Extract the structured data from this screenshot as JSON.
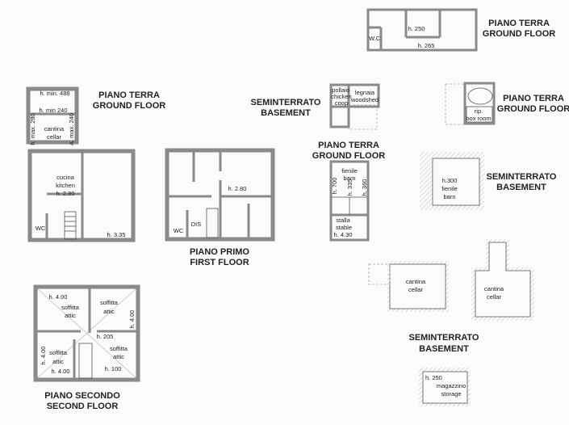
{
  "plans": {
    "ground_main": {
      "title": [
        "PIANO TERRA",
        "GROUND FLOOR"
      ],
      "labels": [
        "h. min. 488",
        "h. min 240",
        "cantina",
        "cellar",
        "h. max. 280",
        "A. max. 240",
        "cucina",
        "kitchen",
        "h. 2.80",
        "WC",
        "h. 3.35"
      ]
    },
    "first_floor": {
      "title": [
        "PIANO PRIMO",
        "FIRST FLOOR"
      ],
      "labels": [
        "h. 2.80",
        "DIS",
        "WC"
      ]
    },
    "second_floor": {
      "title": [
        "PIANO SECONDO",
        "SECOND FLOOR"
      ],
      "labels": [
        "h. 4.00",
        "soffitta",
        "attic",
        "soffitta",
        "attic",
        "h. 4.00",
        "h. 205",
        "soffitta",
        "attic",
        "h. 4.00",
        "h. 4.00",
        "soffitta",
        "attic",
        "h. 100"
      ]
    },
    "basement_coop": {
      "title": [
        "SEMINTERRATO",
        "BASEMENT"
      ],
      "labels": [
        "pollaio",
        "chicken",
        "coop",
        "legnaia",
        "woodshed"
      ]
    },
    "ground_barn": {
      "title": [
        "PIANO TERRA",
        "GROUND FLOOR"
      ],
      "labels": [
        "fienile",
        "barn",
        "h. 700",
        "h. 335",
        "h. 360",
        "stalla",
        "stable",
        "h. 4.30"
      ]
    },
    "ground_top": {
      "title": [
        "PIANO TERRA",
        "GROUND FLOOR"
      ],
      "labels": [
        "W.C.",
        "h. 250",
        "h. 265"
      ]
    },
    "ground_boxroom": {
      "title": [
        "PIANO TERRA",
        "GROUND FLOOR"
      ],
      "labels": [
        "rip.",
        "box room"
      ]
    },
    "basement_barn": {
      "title": [
        "SEMINTERRATO",
        "BASEMENT"
      ],
      "labels": [
        "h.300",
        "fienile",
        "barn"
      ]
    },
    "basement_cellars": {
      "title": [
        "SEMINTERRATO",
        "BASEMENT"
      ],
      "labels": [
        "cantina",
        "cellar",
        "cantina",
        "cellar"
      ]
    },
    "basement_storage": {
      "labels": [
        "h. 250",
        "magazzino",
        "storage"
      ]
    }
  }
}
